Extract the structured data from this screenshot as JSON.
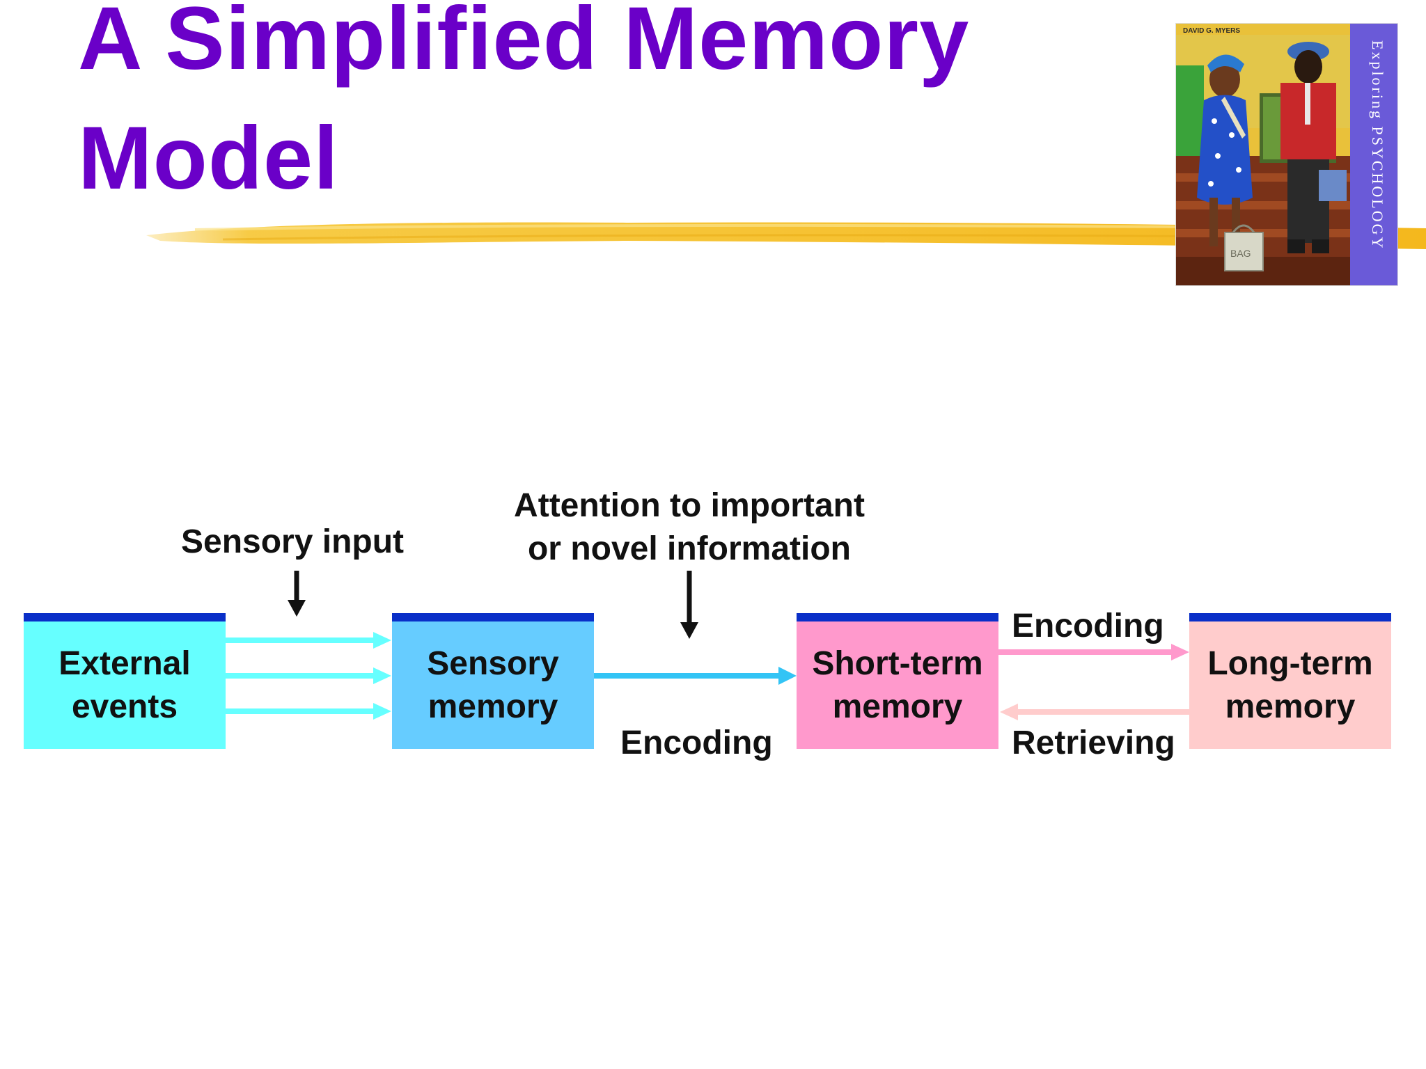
{
  "title": {
    "line1": "A Simplified Memory",
    "line2": "Model"
  },
  "book_cover": {
    "spine_text": "Exploring PSYCHOLOGY",
    "author_text": "DAVID G. MYERS",
    "bag_text": "BAG"
  },
  "diagram": {
    "boxes": {
      "external": {
        "line1": "External",
        "line2": "events",
        "color": "#66ffff"
      },
      "sensory": {
        "line1": "Sensory",
        "line2": "memory",
        "color": "#66ccff"
      },
      "short_term": {
        "line1": "Short-term",
        "line2": "memory",
        "color": "#ff99cc"
      },
      "long_term": {
        "line1": "Long-term",
        "line2": "memory",
        "color": "#ffcccc"
      }
    },
    "labels": {
      "sensory_input": "Sensory input",
      "attention_line1": "Attention to important",
      "attention_line2": "or novel information",
      "encoding_lower": "Encoding",
      "encoding_upper": "Encoding",
      "retrieving": "Retrieving"
    },
    "colors": {
      "box_top_border": "#0a2fc8",
      "arrow_cyan": "#66ffff",
      "arrow_blue": "#33c4f5",
      "arrow_pink": "#ff99cc",
      "arrow_light_pink": "#ffcccc"
    }
  }
}
